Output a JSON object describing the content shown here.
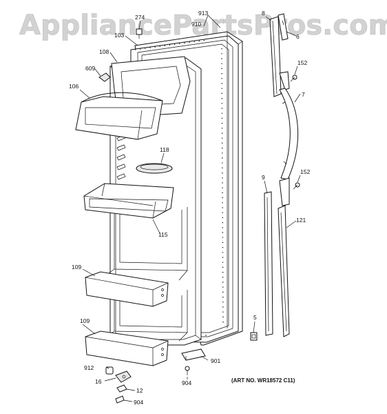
{
  "watermark": "AppliancePartsPros.com",
  "art_number": "(ART NO. WR18572 C11)",
  "labels": {
    "p913": "913",
    "p274": "274",
    "p910": "910",
    "p103": "103",
    "p108": "108",
    "p609": "609",
    "p106": "106",
    "p118": "118",
    "p115": "115",
    "p109a": "109",
    "p109b": "109",
    "p912": "912",
    "p16": "16",
    "p12": "12",
    "p904a": "904",
    "p904b": "904",
    "p901": "901",
    "p5": "5",
    "p8": "8",
    "p6": "6",
    "p152a": "152",
    "p7": "7",
    "p152b": "152",
    "p9": "9",
    "p121": "121"
  }
}
